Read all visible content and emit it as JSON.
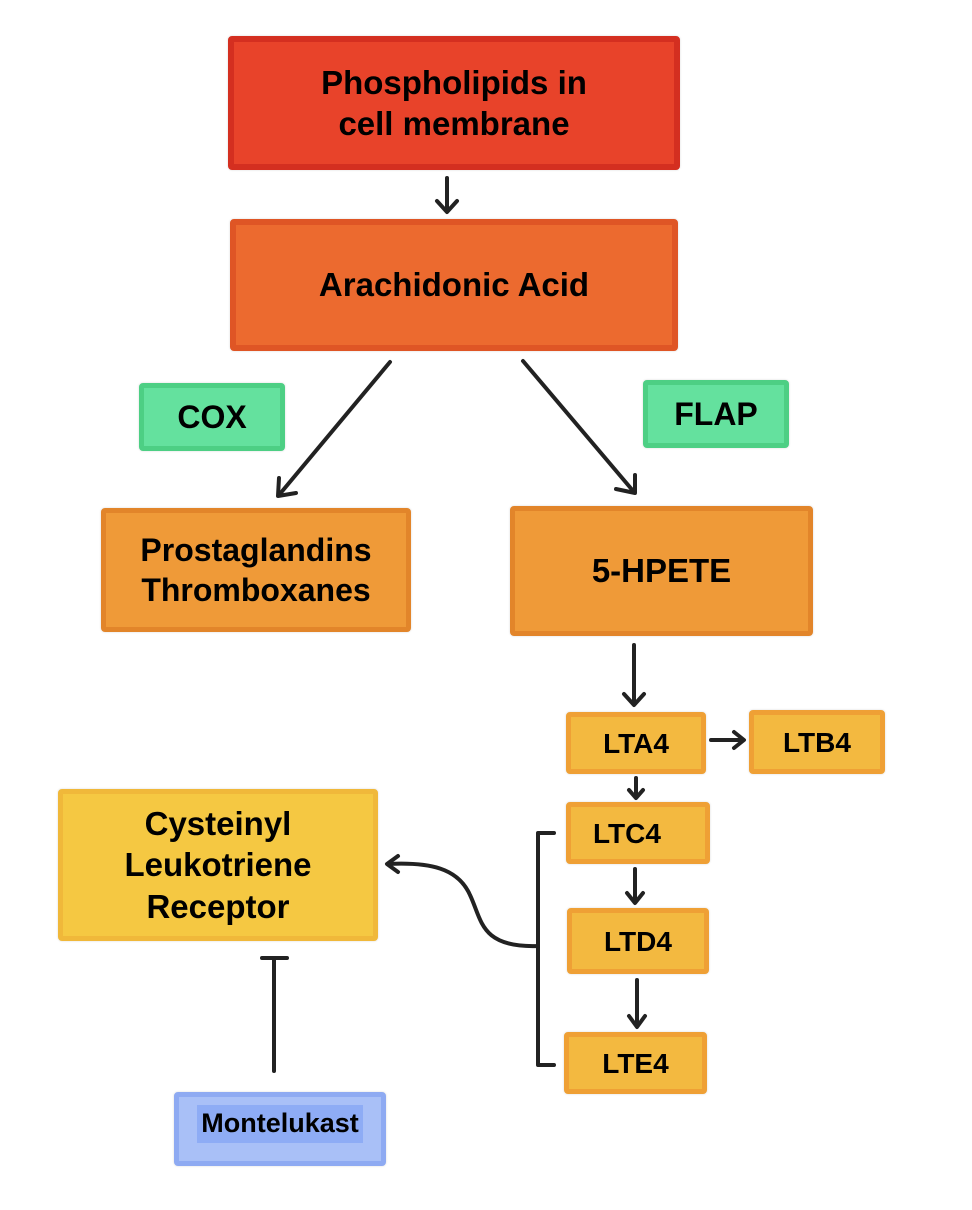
{
  "diagram": {
    "title": "Arachidonic acid / leukotriene pathway",
    "nodes": {
      "phospholipids": {
        "lines": [
          "Phospholipids in",
          "cell membrane"
        ],
        "color": "#e8432a"
      },
      "arachidonic_acid": {
        "label": "Arachidonic Acid",
        "color": "#ec6a2f"
      },
      "cox": {
        "label": "COX",
        "color": "#64e19e"
      },
      "flap": {
        "label": "FLAP",
        "color": "#64e19e"
      },
      "prostaglandins": {
        "lines": [
          "Prostaglandins",
          "Thromboxanes"
        ],
        "color": "#ef9a38"
      },
      "hpete": {
        "label": "5-HPETE",
        "color": "#ef9a38"
      },
      "lta4": {
        "label": "LTA4",
        "color": "#f3b940"
      },
      "ltb4": {
        "label": "LTB4",
        "color": "#f3b940"
      },
      "ltc4": {
        "label": "LTC4",
        "color": "#f3b940"
      },
      "ltd4": {
        "label": "LTD4",
        "color": "#f3b940"
      },
      "lte4": {
        "label": "LTE4",
        "color": "#f3b940"
      },
      "receptor": {
        "lines": [
          "Cysteinyl",
          "Leukotriene",
          "Receptor"
        ],
        "color": "#f5c842"
      },
      "montelukast": {
        "label": "Montelukast",
        "color": "#a9c0f7"
      }
    },
    "edges": [
      {
        "from": "phospholipids",
        "to": "arachidonic_acid",
        "type": "arrow"
      },
      {
        "from": "arachidonic_acid",
        "to": "prostaglandins",
        "type": "arrow",
        "enzyme": "COX"
      },
      {
        "from": "arachidonic_acid",
        "to": "hpete",
        "type": "arrow",
        "enzyme": "FLAP"
      },
      {
        "from": "hpete",
        "to": "lta4",
        "type": "arrow"
      },
      {
        "from": "lta4",
        "to": "ltb4",
        "type": "arrow"
      },
      {
        "from": "lta4",
        "to": "ltc4",
        "type": "arrow"
      },
      {
        "from": "ltc4",
        "to": "ltd4",
        "type": "arrow"
      },
      {
        "from": "ltd4",
        "to": "lte4",
        "type": "arrow"
      },
      {
        "from": [
          "ltc4",
          "ltd4",
          "lte4"
        ],
        "to": "receptor",
        "type": "arrow"
      },
      {
        "from": "montelukast",
        "to": "receptor",
        "type": "inhibition"
      }
    ]
  }
}
